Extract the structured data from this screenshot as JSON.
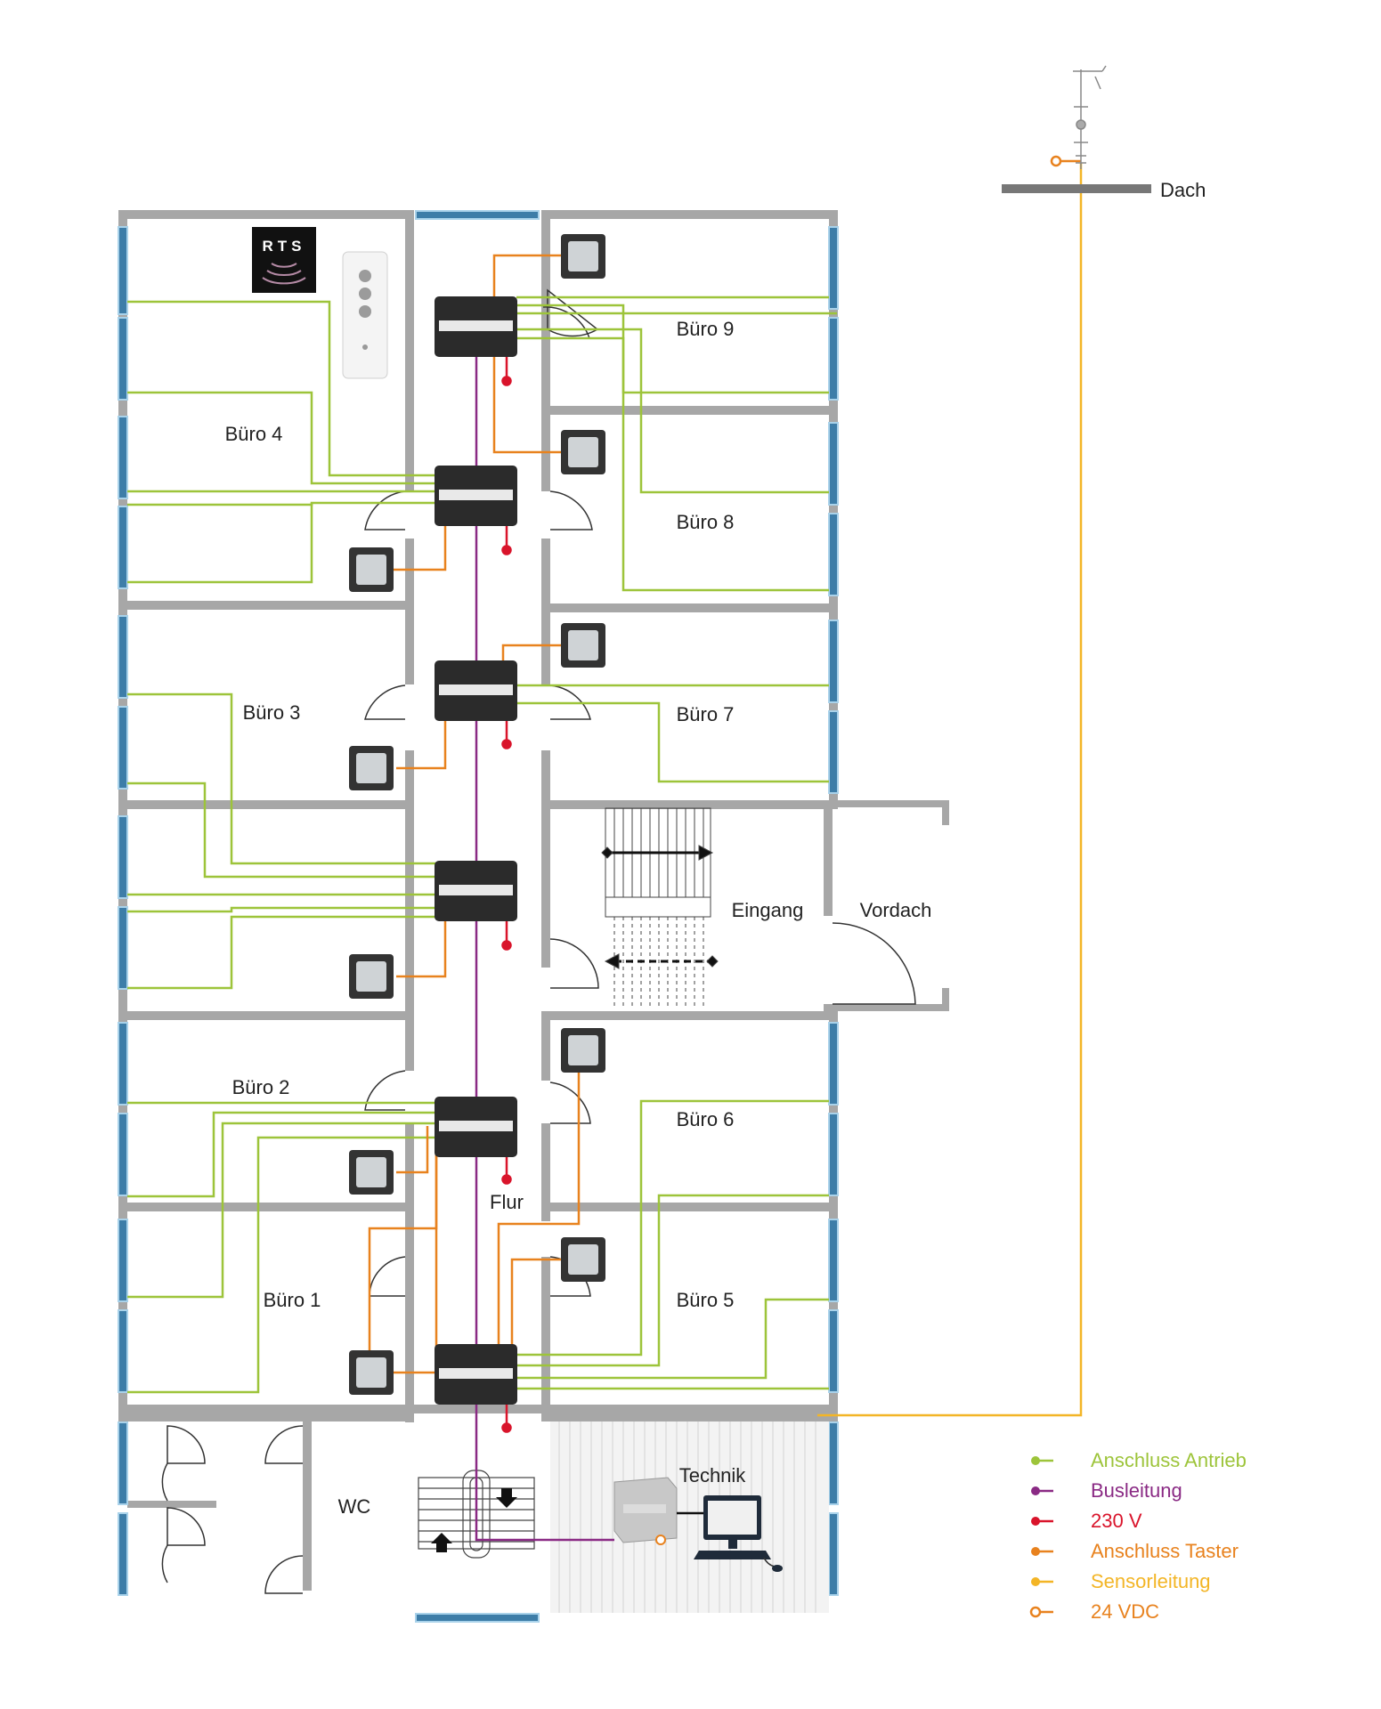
{
  "rooms": {
    "buero9": "Büro 9",
    "buero8": "Büro 8",
    "buero7": "Büro 7",
    "buero6": "Büro 6",
    "buero5": "Büro 5",
    "buero4": "Büro 4",
    "buero3": "Büro 3",
    "buero2": "Büro 2",
    "buero1": "Büro 1",
    "eingang": "Eingang",
    "vordach": "Vordach",
    "flur": "Flur",
    "technik": "Technik",
    "wc": "WC",
    "dach": "Dach"
  },
  "logo": {
    "text": "RTS"
  },
  "legend": [
    {
      "label": "Anschluss Antrieb",
      "color": "#9dc43a",
      "marker": "dot"
    },
    {
      "label": "Busleitung",
      "color": "#8a2a84",
      "marker": "dot"
    },
    {
      "label": "230 V",
      "color": "#d9142b",
      "marker": "dot"
    },
    {
      "label": "Anschluss Taster",
      "color": "#e8821e",
      "marker": "dot"
    },
    {
      "label": "Sensorleitung",
      "color": "#f3b526",
      "marker": "dot"
    },
    {
      "label": "24 VDC",
      "color": "#e8821e",
      "marker": "ring"
    }
  ]
}
